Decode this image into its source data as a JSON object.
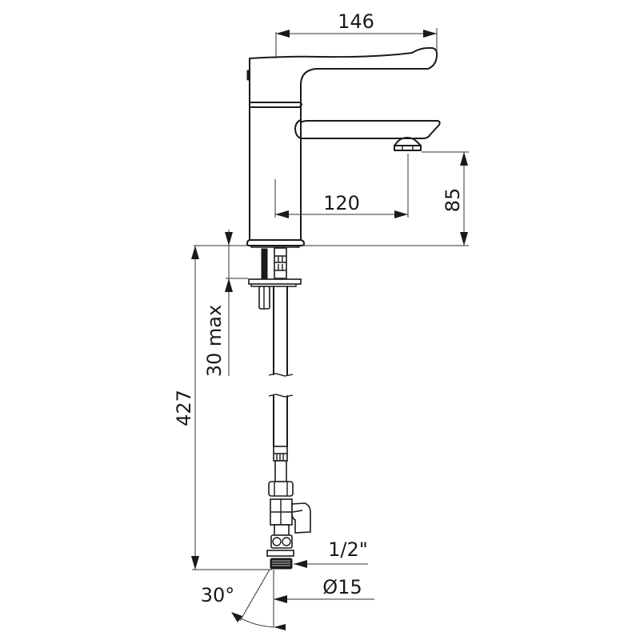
{
  "drawing": {
    "subject": "Single-lever basin mixer tap with flexible hose and isolating valve",
    "colors": {
      "line": "#1a1a1a",
      "background": "#ffffff"
    },
    "dimensions": {
      "overall_reach": "146",
      "spout_reach": "120",
      "spout_height": "85",
      "deck_thickness": "30 max",
      "hose_length": "427",
      "thread": "1/2\"",
      "pipe_diameter": "Ø15",
      "angle": "30°"
    }
  }
}
